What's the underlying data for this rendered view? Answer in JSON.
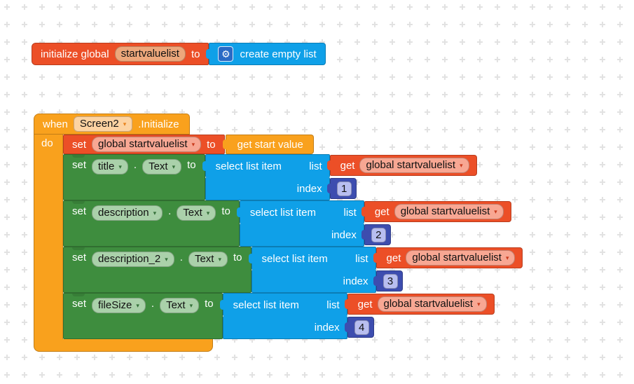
{
  "colors": {
    "variable_block": "#EC4F27",
    "variable_field": "#F8A793",
    "init_field": "#EDA77B",
    "event_block": "#F9A11D",
    "event_field": "#FDD3A2",
    "setter_block": "#3E8D3E",
    "setter_field": "#AAD1AA",
    "list_block": "#0FA0E8",
    "gear_bg": "#2A6AC5",
    "number_block": "#3D4DAF",
    "number_field": "#B8BEF0",
    "grid": "#E2E2E2"
  },
  "icons": {
    "gear": "⚙",
    "dropdown": "▾"
  },
  "shared": {
    "set": "set",
    "to": "to",
    "dot": "."
  },
  "init_block": {
    "label_initialize": "initialize global",
    "name": "startvaluelist",
    "label_to": "to"
  },
  "create_list_block": {
    "label": "create empty list"
  },
  "when_block": {
    "label_when": "when",
    "screen": "Screen2",
    "event": ".Initialize",
    "label_do": "do"
  },
  "set_var_block": {
    "variable": "global startvaluelist"
  },
  "get_start_value_block": {
    "label": "get start value"
  },
  "select_block": {
    "label_select": "select list item",
    "label_list": "list",
    "label_index": "index"
  },
  "get_var_block": {
    "label_get": "get"
  },
  "setters": [
    {
      "component": "title",
      "property": "Text",
      "variable": "global startvaluelist",
      "index": "1"
    },
    {
      "component": "description",
      "property": "Text",
      "variable": "global startvaluelist",
      "index": "2"
    },
    {
      "component": "description_2",
      "property": "Text",
      "variable": "global startvaluelist",
      "index": "3"
    },
    {
      "component": "fileSize",
      "property": "Text",
      "variable": "global startvaluelist",
      "index": "4"
    }
  ]
}
